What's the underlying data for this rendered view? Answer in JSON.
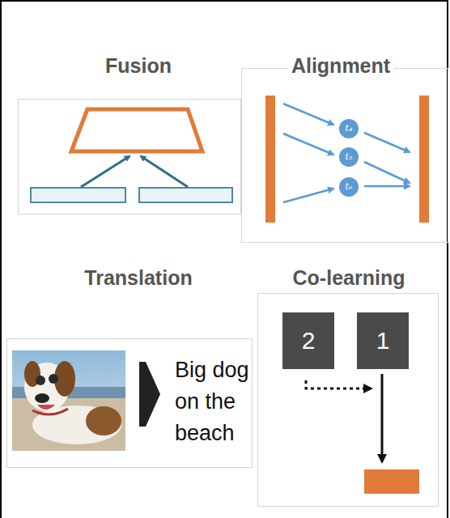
{
  "diagram": {
    "nodes": [
      {
        "text": [
          "Fusion"
        ]
      },
      {
        "text": [
          "Alignment"
        ]
      },
      {
        "text": [
          "t₄"
        ],
        "in": 1
      },
      {
        "text": [
          "t₅"
        ],
        "in": 1
      },
      {
        "text": [
          "t₆"
        ],
        "in": 1
      },
      {
        "text": [
          "Translation",
          "Big dog on the beach"
        ]
      },
      {
        "text": [
          "Co-learning"
        ]
      },
      {
        "text": [
          "2"
        ],
        "in": 6
      },
      {
        "text": [
          "1"
        ],
        "in": 6
      }
    ]
  }
}
